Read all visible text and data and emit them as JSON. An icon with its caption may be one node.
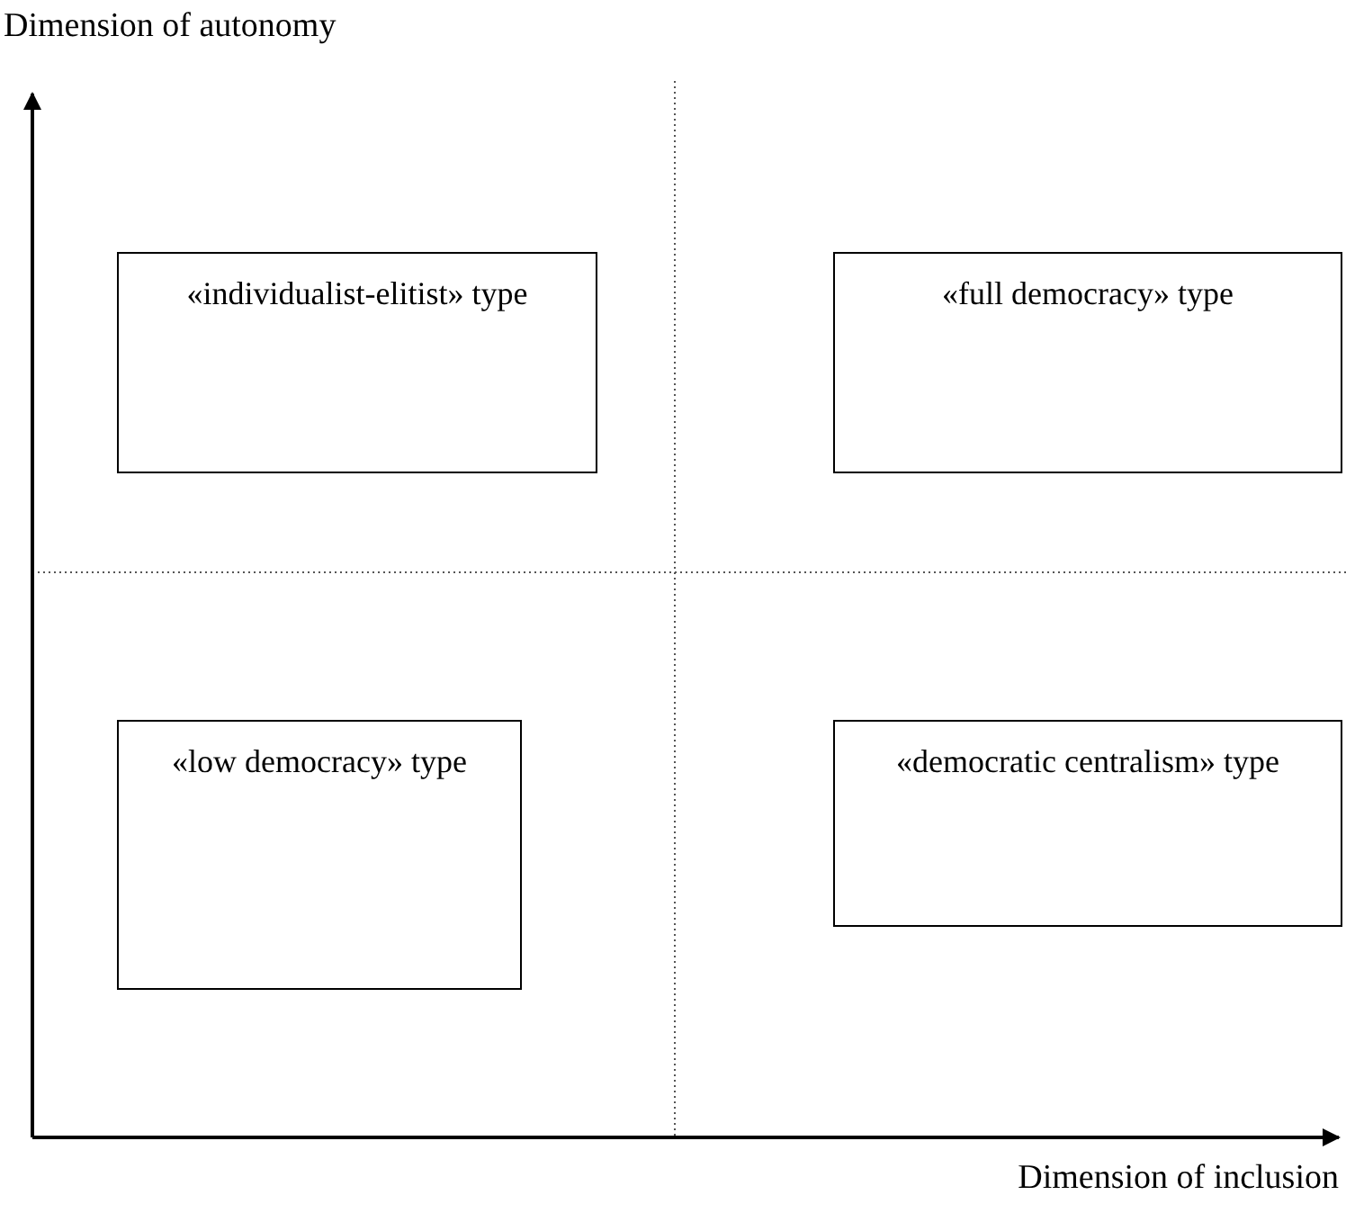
{
  "diagram": {
    "nodes": [
      {
        "text": [
          "«individualist-elitist» type"
        ]
      },
      {
        "text": [
          "«full democracy» type"
        ]
      },
      {
        "text": [
          "«low democracy» type"
        ]
      },
      {
        "text": [
          "«democratic centralism» type"
        ]
      }
    ],
    "labels": [
      "Dimension of autonomy",
      "Dimension of inclusion"
    ]
  }
}
